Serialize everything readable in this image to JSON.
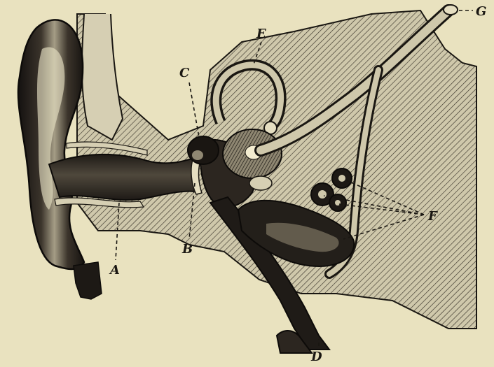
{
  "colors": {
    "paper": "#e9e2bf",
    "ink": "#1a1712",
    "hatch_fill": "#b9b29a",
    "dark_tissue": "#2c2620"
  },
  "labels": {
    "a": "A",
    "b": "B",
    "c": "C",
    "d": "D",
    "e": "E",
    "f": "F",
    "g": "G"
  }
}
